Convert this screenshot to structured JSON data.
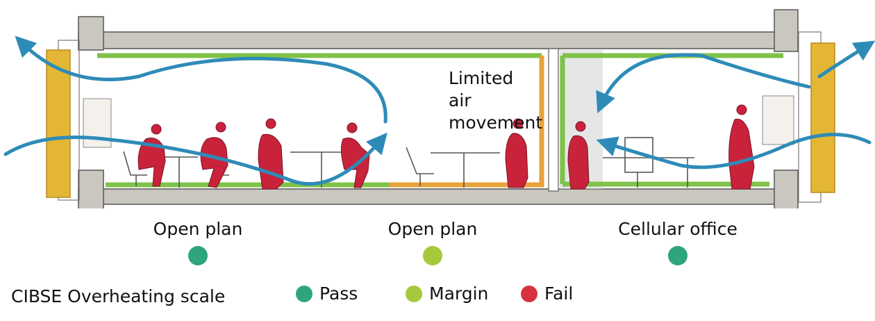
{
  "zones": [
    {
      "label": "Open plan",
      "status": "Pass",
      "color": "#2fa57c"
    },
    {
      "label": "Open plan",
      "status": "Margin",
      "color": "#a6c93b"
    },
    {
      "label": "Cellular office",
      "status": "Pass",
      "color": "#2fa57c"
    }
  ],
  "annotation": {
    "line1": "Limited air",
    "line2": "movement"
  },
  "legend": {
    "title": "CIBSE Overheating scale",
    "items": [
      {
        "label": "Pass",
        "color": "#2fa57c"
      },
      {
        "label": "Margin",
        "color": "#a6c93b"
      },
      {
        "label": "Fail",
        "color": "#d7313f"
      }
    ]
  },
  "colors": {
    "concrete": "#c9c7bf",
    "pass_line": "#7fc24a",
    "margin_line": "#e8a23a",
    "occupant": "#c8233b",
    "airflow": "#2e8bb8",
    "facade": "#e3b735"
  }
}
